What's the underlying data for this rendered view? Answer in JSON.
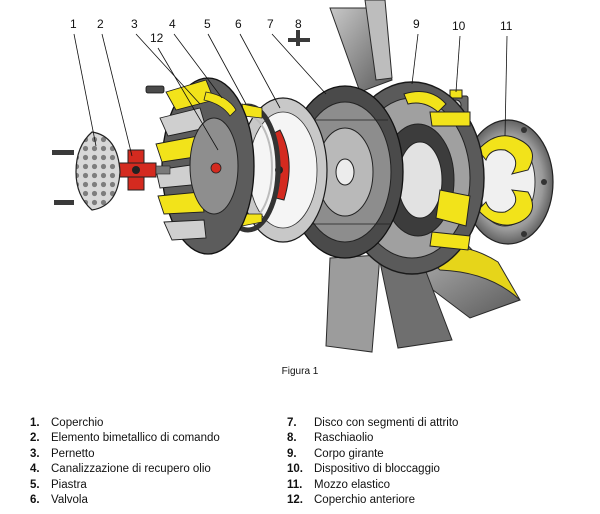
{
  "figure": {
    "callouts": [
      "1",
      "2",
      "3",
      "12",
      "4",
      "5",
      "6",
      "7",
      "8",
      "9",
      "10",
      "11"
    ]
  },
  "caption": "Figura 1",
  "legend": {
    "left": [
      {
        "num": "1.",
        "text": "Coperchio"
      },
      {
        "num": "2.",
        "text": "Elemento bimetallico di comando"
      },
      {
        "num": "3.",
        "text": "Pernetto"
      },
      {
        "num": "4.",
        "text": "Canalizzazione di recupero olio"
      },
      {
        "num": "5.",
        "text": "Piastra"
      },
      {
        "num": "6.",
        "text": "Valvola"
      }
    ],
    "right": [
      {
        "num": "7.",
        "text": "Disco con segmenti di attrito"
      },
      {
        "num": "8.",
        "text": "Raschiaolio"
      },
      {
        "num": "9.",
        "text": "Corpo girante"
      },
      {
        "num": "10.",
        "text": "Dispositivo di bloccaggio"
      },
      {
        "num": "11.",
        "text": "Mozzo elastico"
      },
      {
        "num": "12.",
        "text": "Coperchio anteriore"
      }
    ]
  },
  "colors": {
    "metal_dark": "#3a3a3a",
    "metal_mid": "#8c8c8c",
    "metal_light": "#d4d4d4",
    "accent_yellow": "#f2e31a",
    "accent_red": "#d42a1f"
  }
}
